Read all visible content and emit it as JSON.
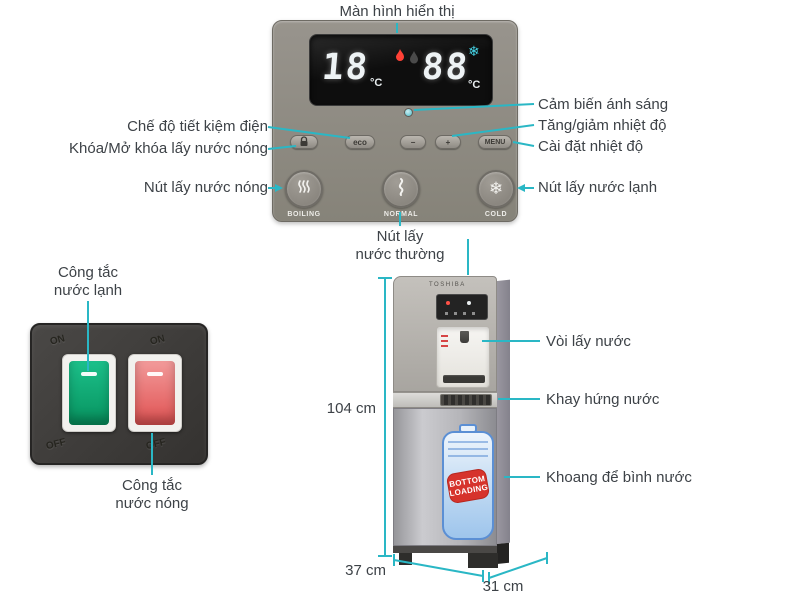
{
  "colors": {
    "annotation": "#2ab7c5",
    "label_text": "#3d4247",
    "panel_gray": "#8d8a83",
    "display_black": "#151515",
    "led_red": "#ff4136",
    "led_cyan": "#45d4e6",
    "switch_green": "#0fae7a",
    "switch_red": "#e05252",
    "badge_red": "#d6332c",
    "bottle_blue": "#5b8fd4"
  },
  "callouts": {
    "display": "Màn hình hiển thị",
    "light_sensor": "Cảm biến ánh sáng",
    "eco_mode": "Chế độ tiết kiệm điện",
    "lock_hot": "Khóa/Mở khóa lấy nước nóng",
    "temp_adjust": "Tăng/giảm nhiệt độ",
    "temp_set": "Cài đặt nhiệt độ",
    "hot_button": "Nút lấy nước nóng",
    "cold_button": "Nút lấy nước lạnh",
    "normal_button": [
      "Nút lấy",
      "nước thường"
    ],
    "cold_switch": [
      "Công tắc",
      "nước lạnh"
    ],
    "hot_switch": [
      "Công tắc",
      "nước nóng"
    ],
    "tap": "Vòi lấy nước",
    "drip_tray": "Khay hứng nước",
    "bottle_compartment": "Khoang để bình nước"
  },
  "dimensions": {
    "height": "104 cm",
    "width": "37 cm",
    "depth": "31 cm"
  },
  "control_panel": {
    "display": {
      "left_temp": "18",
      "right_temp": "88",
      "unit_left": "°C",
      "unit_right": "°C"
    },
    "buttons": {
      "eco": "eco",
      "minus": "−",
      "plus": "+",
      "menu": "MENU"
    },
    "dispense": {
      "boiling": "BOILING",
      "normal": "NORMAL",
      "cold": "COLD"
    }
  },
  "switch_panel": {
    "on": "ON",
    "off": "OFF"
  },
  "dispenser": {
    "brand": "TOSHIBA",
    "bottle_badge": [
      "BOTTOM",
      "LOADING"
    ]
  }
}
